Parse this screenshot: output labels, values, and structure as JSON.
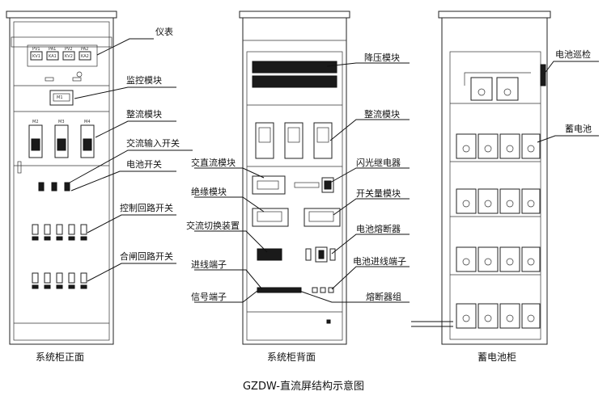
{
  "title": "GZDW-直流屏结构示意图",
  "captions": {
    "front": "系统柜正面",
    "back": "系统柜背面",
    "battery": "蓄电池柜"
  },
  "front_labels": {
    "meters": "仪表",
    "monitor": "监控模块",
    "rectifier": "整流模块",
    "ac_input_switch": "交流输入开关",
    "battery_switch": "电池开关",
    "control_loop_switch": "控制回路开关",
    "closing_loop_switch": "合闸回路开关"
  },
  "back_labels_left": {
    "acdc_module": "交直流模块",
    "insulation_module": "绝缘模块",
    "ac_switching_device": "交流切换装置",
    "inlet_terminal": "进线端子",
    "signal_terminal": "信号端子"
  },
  "back_labels_right": {
    "step_down_module": "降压模块",
    "rectifier_module": "整流模块",
    "flash_relay": "闪光继电器",
    "switch_module": "开关量模块",
    "battery_fuse": "电池熔断器",
    "battery_inlet_terminal": "电池进线端子",
    "fuse_group": "熔断器组"
  },
  "battery_labels": {
    "inspection": "电池巡检",
    "battery": "蓄电池"
  },
  "panel_marks": {
    "meter_tags": [
      "PV1",
      "PA1",
      "PV2",
      "PA2"
    ],
    "meter_subtags": [
      "KV1",
      "KA1",
      "KV2",
      "KA2"
    ],
    "module_tags": [
      "M2",
      "M3",
      "M4"
    ],
    "monitor_tag": "M1"
  }
}
